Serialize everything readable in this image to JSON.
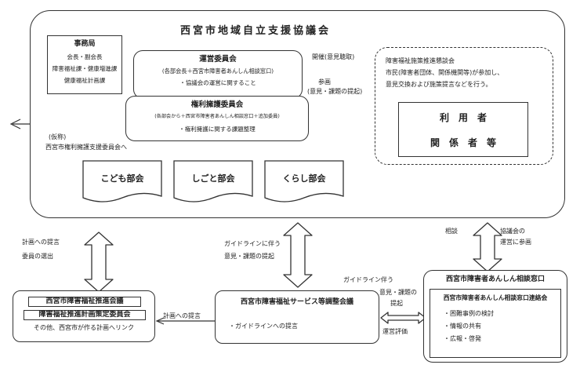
{
  "council": {
    "title": "西宮市地域自立支援協議会"
  },
  "secretariat": {
    "title": "事務局",
    "lines": [
      "会長・副会長",
      "障害福祉課・健康増進課",
      "健康福祉計画課"
    ]
  },
  "steering": {
    "title": "運営委員会",
    "lines": [
      "(各部会長＋西宮市障害者あんしん相談窓口)",
      "・協議会の運営に関すること"
    ]
  },
  "rights": {
    "title": "権利擁護委員会",
    "lines": [
      "(各部会から＋西宮市障害者あんしん相談窓口＋追加委員)",
      "・権利擁護に関する課題整理"
    ]
  },
  "arrows": {
    "hold": "開催(意見聴取)",
    "participate": "参画",
    "opinion": "(意見・課題の提起)",
    "provisional_1": "(仮称)",
    "provisional_2": "西宮市権利擁護支援委員会へ",
    "plan_proposal_1": "計画への提言",
    "plan_proposal_2": "委員の選出",
    "guideline_1": "ガイドラインに伴う",
    "guideline_2": "意見・課題の提起",
    "guideline_right_1": "ガイドライン伴う",
    "guideline_right_2": "意見・課題の",
    "guideline_right_3": "提起",
    "operation_eval": "運営評価",
    "consult": "相談",
    "join_1": "協議会の",
    "join_2": "運営に参画",
    "plan_proposal_bottom": "計画への提言"
  },
  "forum": {
    "title": "障害福祉施策推進懇談会",
    "line1": "市民(障害者団体、関係機関等)が参加し、",
    "line2": "意見交換および施策提言などを行う。",
    "users_1": "利　用　者",
    "users_2": "関　係　者　等"
  },
  "subcommittees": [
    "こども部会",
    "しごと部会",
    "くらし部会"
  ],
  "promotion": {
    "line1": "西宮市障害福祉推進会議",
    "line2": "障害福祉推進計画策定委員会",
    "line3": "その他、西宮市が作る計画へリンク"
  },
  "adjust": {
    "title": "西宮市障害福祉サービス等調整会議",
    "line": "・ガイドラインへの提言"
  },
  "anshin": {
    "title": "西宮市障害者あんしん相談窓口",
    "inner_title": "西宮市障害者あんしん相談窓口連絡会",
    "items": [
      "・困難事例の検討",
      "・情報の共有",
      "・広報・啓発"
    ]
  }
}
